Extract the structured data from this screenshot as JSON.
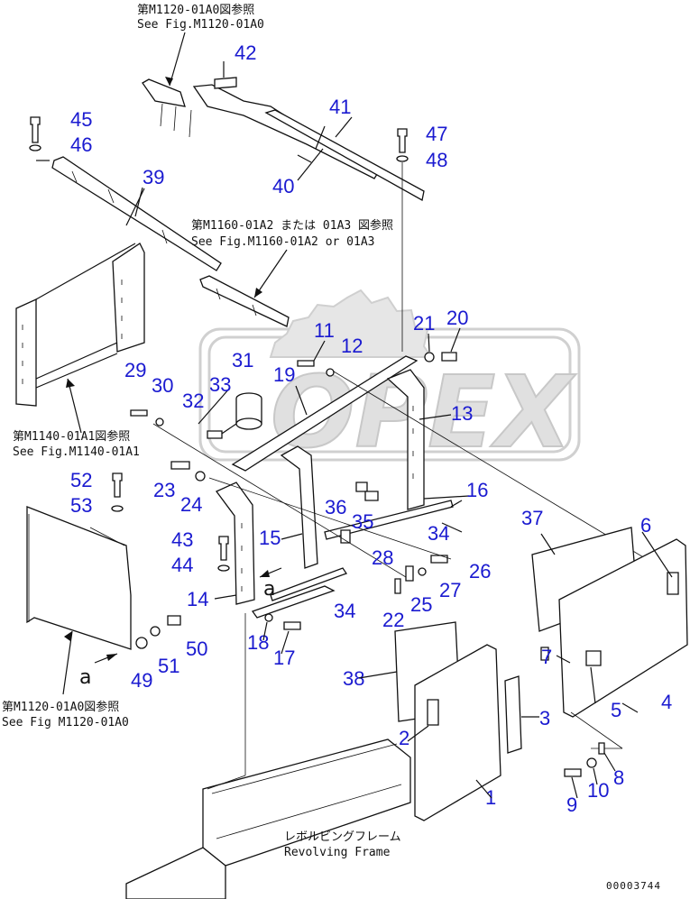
{
  "references": {
    "top": [
      "第M1120-01A0図参照",
      "See Fig.M1120-01A0"
    ],
    "middle_right": [
      "第M1160-01A2 または 01A3 図参照",
      "See Fig.M1160-01A2 or 01A3"
    ],
    "middle_left": [
      "第M1140-01A1図参照",
      "See Fig.M1140-01A1"
    ],
    "bottom_left": [
      "第M1120-01A0図参照",
      "See Fig M1120-01A0"
    ],
    "bottom": [
      "レボルビングフレーム",
      "Revolving Frame"
    ]
  },
  "view_mark": "a",
  "drawing_code": "00003744",
  "watermark": "OPEX",
  "part_numbers": [
    "1",
    "2",
    "3",
    "4",
    "5",
    "6",
    "7",
    "8",
    "9",
    "10",
    "11",
    "12",
    "13",
    "14",
    "15",
    "16",
    "17",
    "18",
    "19",
    "20",
    "21",
    "22",
    "23",
    "24",
    "25",
    "26",
    "27",
    "28",
    "29",
    "30",
    "31",
    "32",
    "33",
    "34",
    "35",
    "36",
    "37",
    "38",
    "39",
    "40",
    "41",
    "42",
    "43",
    "44",
    "45",
    "46",
    "47",
    "48",
    "49",
    "50",
    "51",
    "52",
    "53"
  ],
  "colors": {
    "callout": "#1a1ad0",
    "line": "#111111",
    "watermark": "#d0d0d0"
  }
}
